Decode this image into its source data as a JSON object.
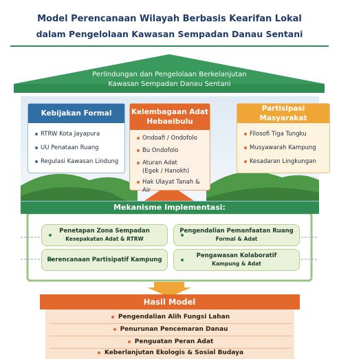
{
  "title": {
    "line1": "Model Perencanaan Wilayah Berbasis Kearifan Lokal",
    "line2": "dalam Pengelolaan Kawasan Sempadan Danau Sentani"
  },
  "roof": {
    "line1": "Perlindungan dan Pengelolaan Berkelanjutan",
    "line2": "Kawasan Sempadan Danau Sentani"
  },
  "columns": [
    {
      "title": "Kebijakan Formal",
      "items": [
        "RTRW Kota Jayapura",
        "UU Penataan Ruang",
        "Regulasi Kawasan Lindung"
      ]
    },
    {
      "title_line1": "Kelembagaan Adat",
      "title_line2": "Hebaeibulu",
      "items": [
        "Ondoafi / Ondofolo",
        "Bu Ondofolo",
        "Aturan Adat",
        "(Egek / Hanokh)",
        "Hak Ulayat Tanah & Air"
      ]
    },
    {
      "title": "Partisipasi Masyarakat",
      "items": [
        "Filosofi Tiga Tungku",
        "Musyawarah Kampung",
        "Kesadaran Lingkungan"
      ]
    }
  ],
  "mechanism": {
    "title": "Mekanisme Implementasi:",
    "items": [
      {
        "line1": "Penetapan Zona Sempadan",
        "line2": "Kesepakatan Adat & RTRW"
      },
      {
        "line1": "Pengendalian Pemanfaatan Ruang",
        "line2": "Formal & Adat"
      },
      {
        "line1": "Perencanaan Partisipatif Kampung",
        "line2": ""
      },
      {
        "line1": "Pengawasan Kolaboratif",
        "line2": "Kampung & Adat"
      }
    ]
  },
  "result": {
    "title": "Hasil Model",
    "items": [
      "Pengendalian Alih Fungsi Lahan",
      "Penurunan Pencemaran Danau",
      "Penguatan Peran Adat",
      "Keberlanjutan Ekologis & Sosial Budaya"
    ]
  },
  "colors": {
    "navy": "#1f3a68",
    "green": "#2f8c53",
    "blue": "#2f6fa6",
    "orange": "#e3682b",
    "gold": "#f0a637"
  }
}
